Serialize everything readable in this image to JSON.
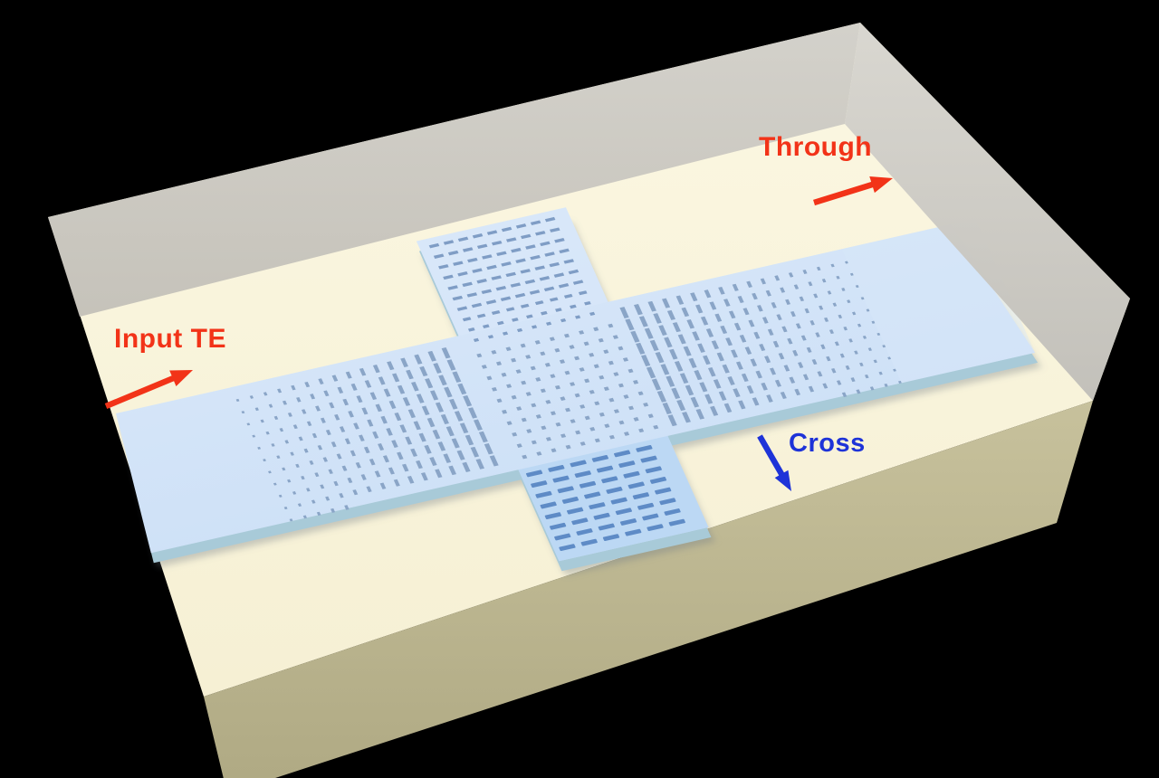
{
  "diagram": {
    "kind": "3d-device-render",
    "subject": "Subwavelength-grating metamaterial waveguide crossing on a substrate with partial top cladding",
    "labels": {
      "input": "Input TE",
      "through": "Through",
      "cross": "Cross"
    },
    "arrows": [
      {
        "name": "input-te-arrow",
        "direction": "right-up",
        "color": "#f23318"
      },
      {
        "name": "through-arrow",
        "direction": "right-up",
        "color": "#f23318"
      },
      {
        "name": "cross-arrow",
        "direction": "down-right",
        "color": "#1e33d8"
      }
    ],
    "regions": [
      {
        "name": "input-swg-taper",
        "pattern": "dot lattice tapering into transverse grating"
      },
      {
        "name": "through-swg-taper",
        "pattern": "transverse grating tapering into dot lattice"
      },
      {
        "name": "top-arm-grating",
        "pattern": "transverse dash grating"
      },
      {
        "name": "bottom-arm-grating",
        "pattern": "dense transverse dash grating"
      },
      {
        "name": "center-metamaterial",
        "pattern": "uniform subwavelength dot lattice"
      }
    ],
    "colors": {
      "background": "#000000",
      "substrate_top": "#fbf7e2",
      "substrate_top_dark": "#f6f0d4",
      "substrate_front": "#c7c19c",
      "substrate_front_dark": "#b0aa84",
      "cladding_band_light": "#d2d0ca",
      "cladding_band_dark": "#c4c1b9",
      "cladding_block_light": "#d8d6d0",
      "cladding_block_dark": "#c1bfb9",
      "device_top": "#cbdff6",
      "device_top_light": "#d8e7f9",
      "device_bottom_arm": "#bcd8f4",
      "device_side": "#a8cad8",
      "pattern_dash": "#7f9dc5",
      "pattern_dot": "#8aa5c7",
      "pattern_dash_dense": "#5e8bc6",
      "label_red": "#f23318",
      "label_blue": "#1e33d8",
      "shadow": "rgba(110,120,135,0.35)"
    }
  }
}
